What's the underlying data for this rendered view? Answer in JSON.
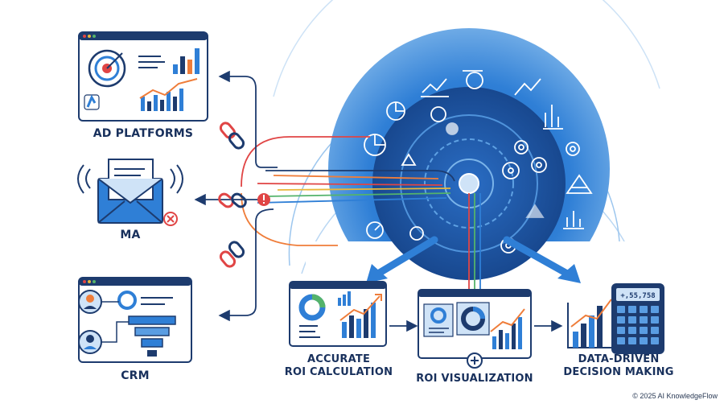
{
  "sources": {
    "ad_platforms": "AD PLATFORMS",
    "ma": "MA",
    "crm": "CRM"
  },
  "outputs": {
    "accurate_roi_line1": "ACCURATE",
    "accurate_roi_line2": "ROI CALCULATION",
    "roi_visualization": "ROI VISUALIZATION",
    "data_driven_line1": "DATA-DRIVEN",
    "data_driven_line2": "DECISION MAKING",
    "calculator_display": "+,55,758"
  },
  "footer": "© 2025 AI KnowledgeFlow",
  "colors": {
    "navy": "#1d3b6e",
    "blue": "#2f7fd6",
    "light_blue": "#cfe3f7",
    "orange": "#ef7d3a",
    "red": "#e04545",
    "green": "#54b36b",
    "yellow": "#e9b73a"
  }
}
